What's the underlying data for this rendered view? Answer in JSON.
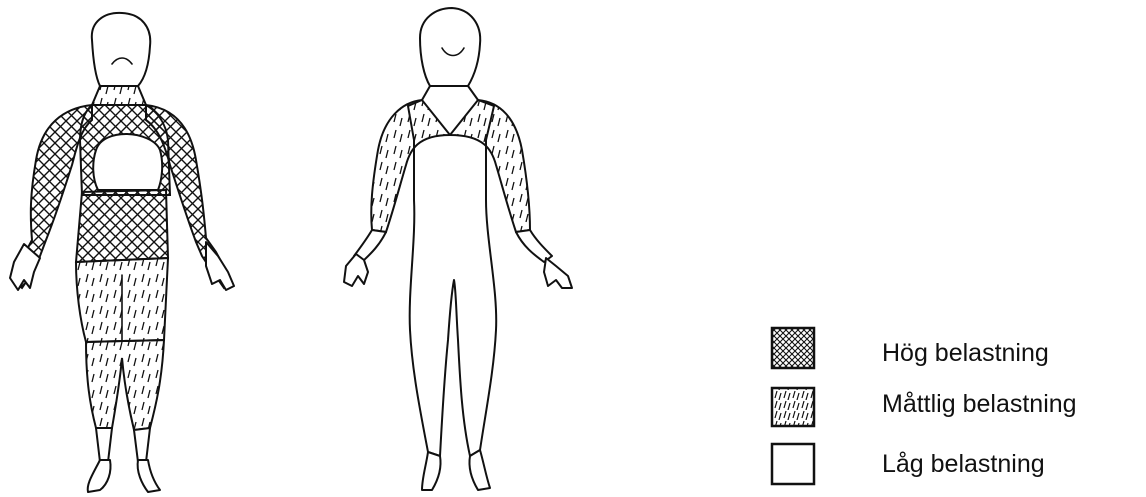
{
  "legend": {
    "items": [
      {
        "label": "Hög belastning",
        "pattern": "crosshatch"
      },
      {
        "label": "Måttlig belastning",
        "pattern": "slashes"
      },
      {
        "label": "Låg belastning",
        "pattern": "blank"
      }
    ]
  },
  "colors": {
    "ink": "#111111",
    "paper": "#ffffff"
  },
  "figures": [
    {
      "name": "figure-left",
      "regions": {
        "shoulders_arms": "crosshatch",
        "abdomen": "crosshatch",
        "neck": "slashes",
        "thighs": "slashes",
        "lower_legs": "slashes",
        "chest": "blank"
      }
    },
    {
      "name": "figure-right",
      "regions": {
        "shoulders_arms": "slashes",
        "torso": "blank",
        "legs": "blank"
      }
    }
  ]
}
